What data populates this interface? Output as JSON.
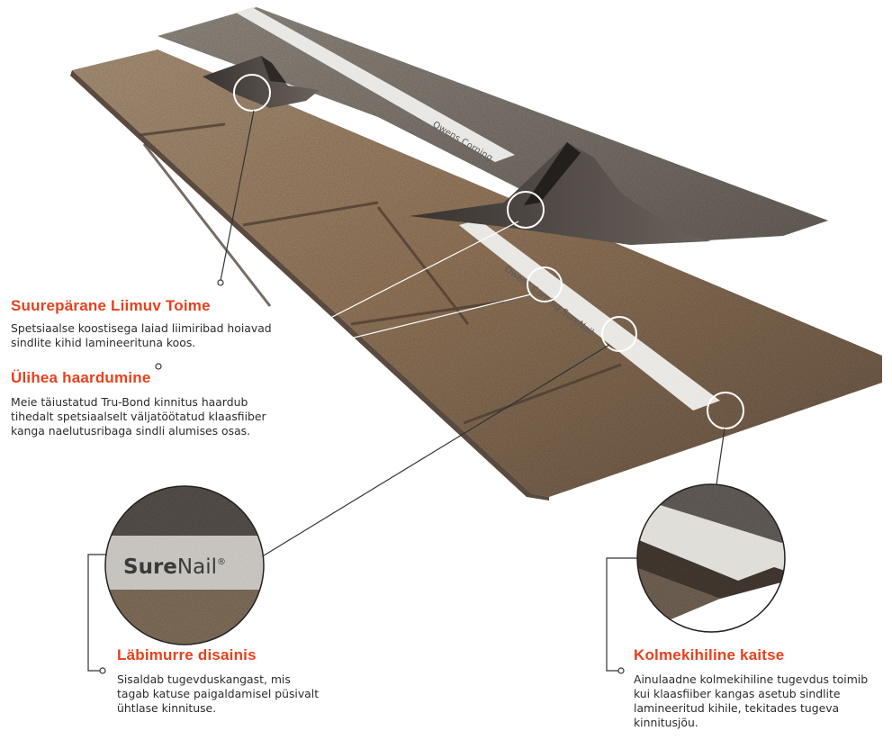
{
  "callouts": {
    "adhesion": {
      "title": "Suurepärane Liimuv Toime",
      "text": "Spetsiaalse koostisega laiad liimiribad hoiavad sindlite kihid lamineerituna koos."
    },
    "grip": {
      "title": "Ülihea haardumine",
      "text": "Meie täiustatud Tru-Bond kinnitus haardub tihedalt spetsiaalselt väljatöötatud klaasfiiber kanga naelutusribaga sindli alumises osas."
    },
    "design": {
      "title": "Läbimurre disainis",
      "text": "Sisaldab tugevduskangast, mis tagab katuse paigaldamisel püsivalt ühtlase kinnituse."
    },
    "triple": {
      "title": "Kolmekihiline kaitse",
      "text": "Ainulaadne kolmekihiline tugevdus toimib kui klaasfiiber kangas asetub sindlite lamineeritud kihile, tekitades tugeva kinnitusjõu."
    }
  },
  "strip_text": {
    "brand_a": "Owens Corning",
    "brand_b": "Owens Corning SureNail",
    "brand_c": "Owens Corning Sure"
  },
  "zoom_label": {
    "bold": "Sure",
    "regular": "Nail",
    "mark": "®"
  },
  "colors": {
    "accent": "#e8401c",
    "text": "#2b2b2b",
    "shingle_light": "#a88a6a",
    "shingle_dark": "#6e5a4a",
    "strip": "#e4e2dd"
  }
}
